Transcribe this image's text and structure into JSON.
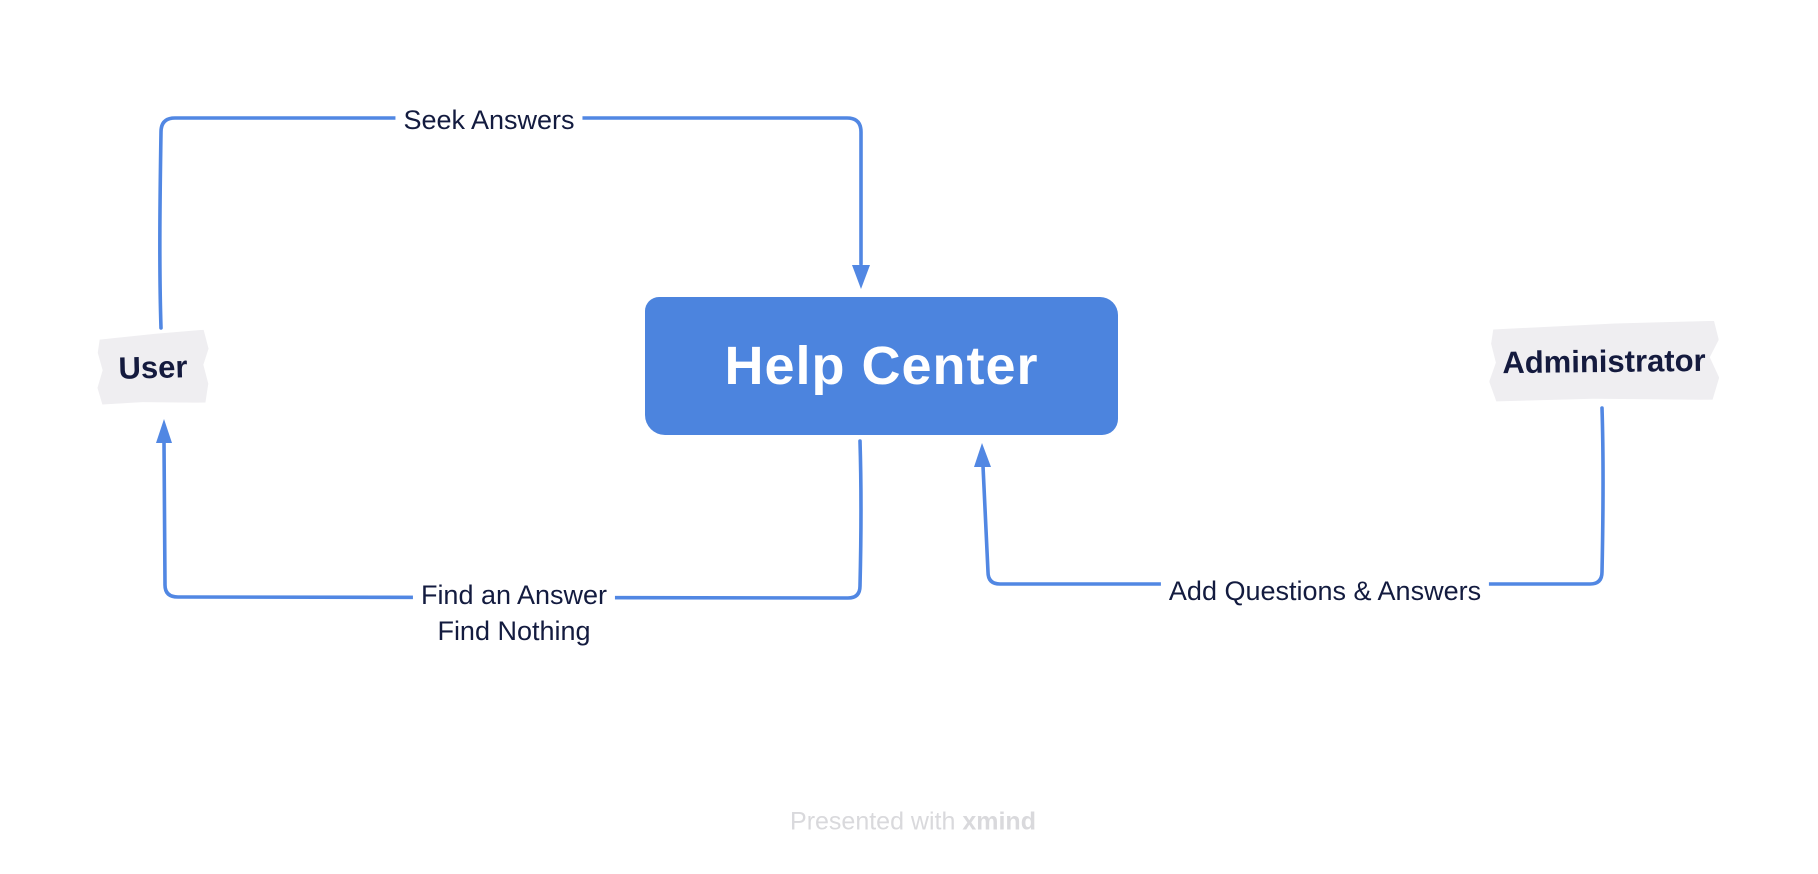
{
  "diagram": {
    "type": "flow-map",
    "colors": {
      "topic_fill": "#4c84de",
      "topic_text": "#ffffff",
      "connector": "#5187e3",
      "label_text": "#131b3f",
      "actor_background": "#efeef1",
      "watermark_text": "#d9d9dc",
      "page_background": "#ffffff"
    },
    "nodes": {
      "help_center": {
        "label": "Help Center"
      },
      "user": {
        "label": "User"
      },
      "administrator": {
        "label": "Administrator"
      }
    },
    "edges": {
      "seek": {
        "from": "User",
        "to": "Help Center",
        "label": "Seek Answers"
      },
      "find": {
        "from": "Help Center",
        "to": "User",
        "label_line1": "Find an Answer",
        "label_line2": "Find Nothing"
      },
      "add": {
        "from": "Administrator",
        "to": "Help Center",
        "label": "Add Questions & Answers"
      }
    }
  },
  "footer": {
    "prefix": "Presented with ",
    "brand": "xmind"
  }
}
